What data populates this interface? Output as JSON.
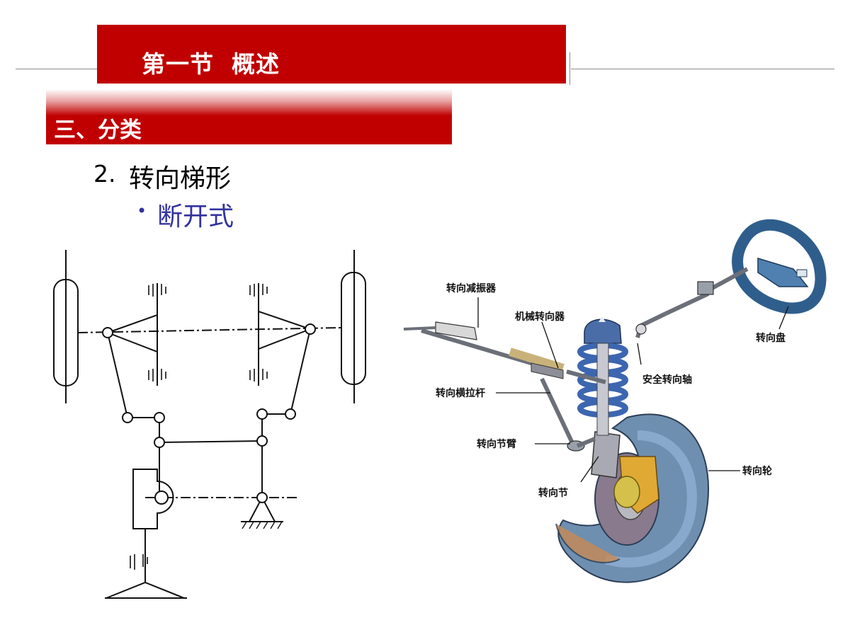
{
  "header": {
    "title": "第一节  概述"
  },
  "section": {
    "heading": "三、分类"
  },
  "content": {
    "item_number": "2.",
    "item_text": "转向梯形",
    "bullet_symbol": "•",
    "sub_item_text": "断开式"
  },
  "illustration": {
    "labels": {
      "damper": "转向减振器",
      "mechanical_gear": "机械转向器",
      "steering_wheel": "转向盘",
      "safety_shaft": "安全转向轴",
      "tie_rod": "转向横拉杆",
      "knuckle_arm": "转向节臂",
      "steered_wheel": "转向轮",
      "knuckle": "转向节"
    }
  },
  "colors": {
    "header_red": "#c00000",
    "sub_item_blue": "#3333a0",
    "rule_gray": "#8c8c8c"
  }
}
